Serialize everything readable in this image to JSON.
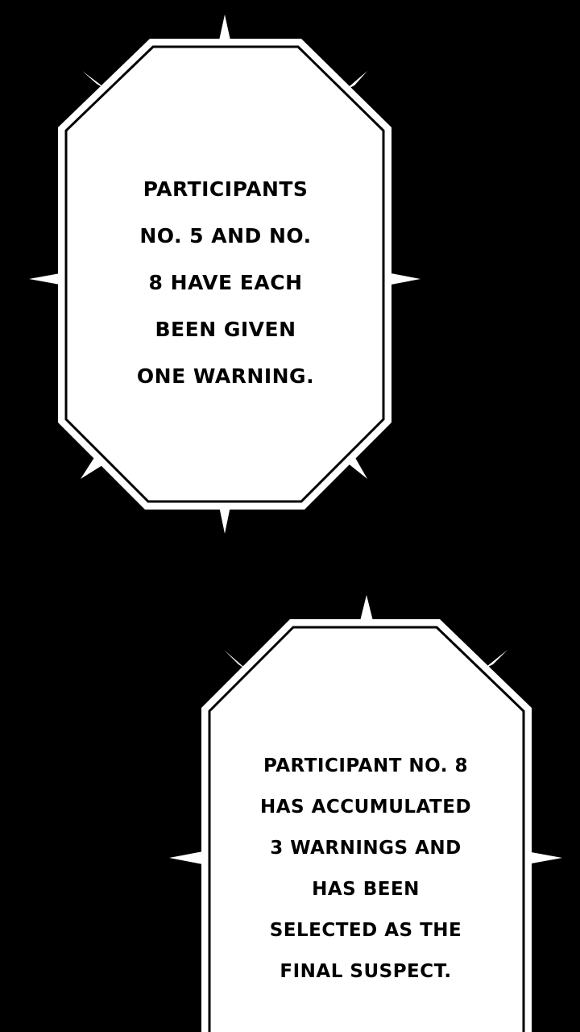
{
  "bubbles": [
    {
      "lines": [
        "PARTICIPANTS",
        "NO. 5 AND NO.",
        "8 HAVE EACH",
        "BEEN GIVEN",
        "ONE WARNING."
      ]
    },
    {
      "lines": [
        "PARTICIPANT NO. 8",
        "HAS ACCUMULATED",
        "3 WARNINGS AND",
        "HAS BEEN",
        "SELECTED AS THE",
        "FINAL SUSPECT."
      ]
    }
  ],
  "colors": {
    "background": "#000000",
    "bubble_fill": "#ffffff",
    "bubble_outline": "#000000",
    "text": "#000000"
  }
}
